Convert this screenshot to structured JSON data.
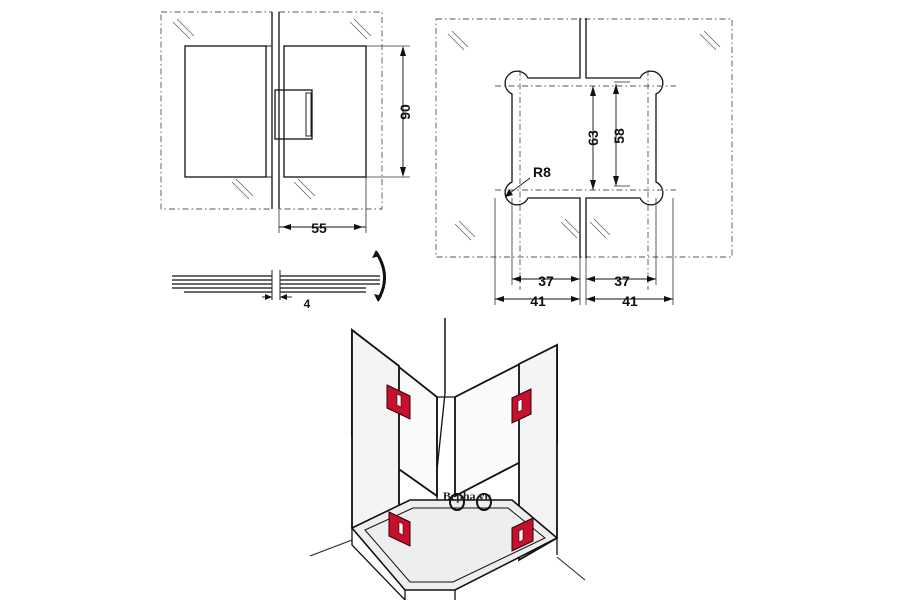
{
  "dimensions": {
    "front_height": "90",
    "front_width": "55",
    "side_thickness": "4",
    "cut_height_outer": "63",
    "cut_height_inner": "58",
    "corner_radius": "R8",
    "left_inner": "37",
    "left_outer": "41",
    "right_inner": "37",
    "right_outer": "41"
  },
  "watermark": "Bepha.vn",
  "colors": {
    "hinge": "#c8102e",
    "line": "#111111",
    "background": "#ffffff"
  }
}
